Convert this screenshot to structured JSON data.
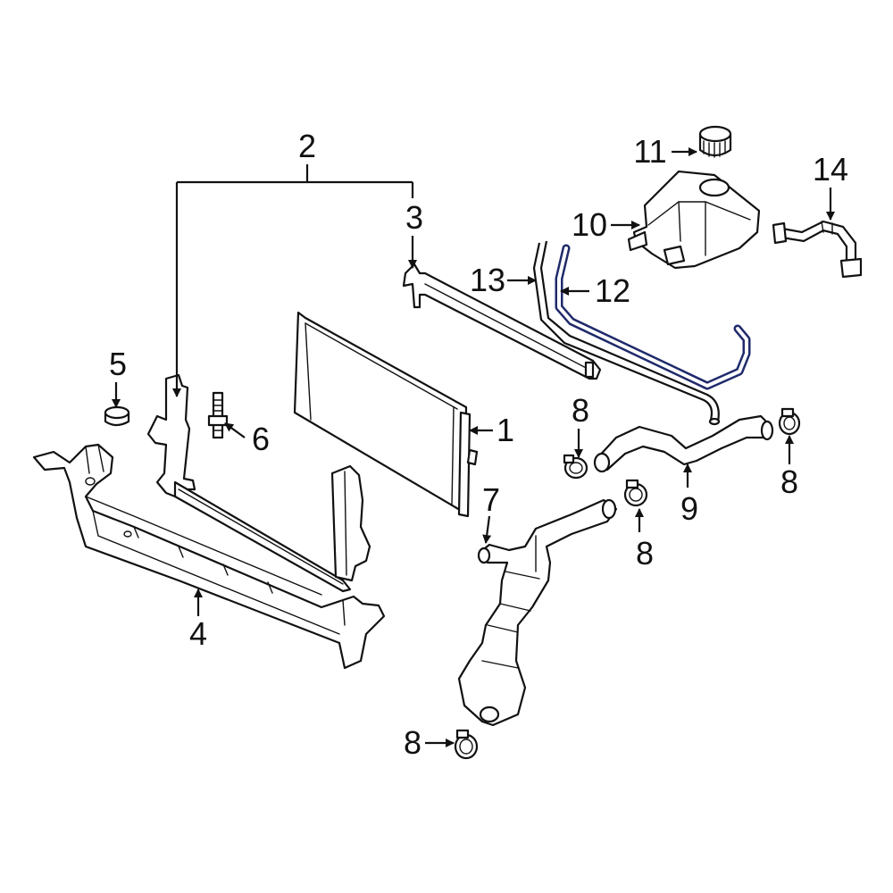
{
  "colors": {
    "highlight": "#1f2a6b",
    "line": "#111111",
    "background": "#ffffff"
  },
  "callouts": {
    "n1": "1",
    "n2": "2",
    "n3": "3",
    "n4": "4",
    "n5": "5",
    "n6": "6",
    "n7": "7",
    "n8a": "8",
    "n8b": "8",
    "n8c": "8",
    "n8d": "8",
    "n9": "9",
    "n10": "10",
    "n11": "11",
    "n12": "12",
    "n13": "13",
    "n14": "14"
  }
}
